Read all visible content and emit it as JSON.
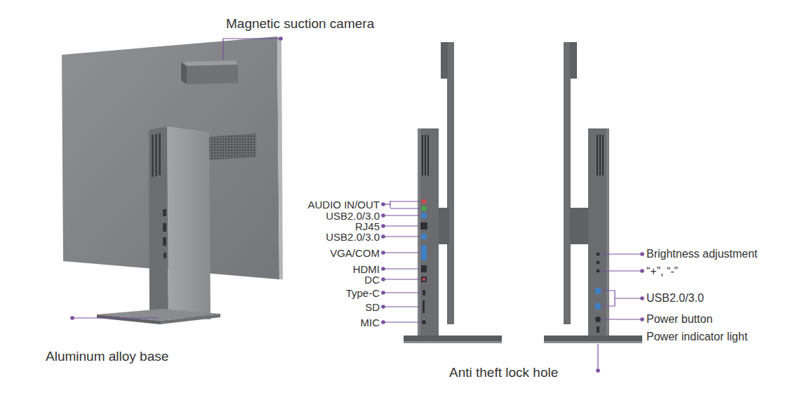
{
  "diagram": {
    "labels": [
      "Magnetic suction camera",
      "AUDIO IN/OUT",
      "USB2.0/3.0",
      "RJ45",
      "USB2.0/3.0",
      "VGA/COM",
      "HDMI",
      "DC",
      "Type-C",
      "SD",
      "MIC",
      "Brightness adjustment",
      "“+”, “-”",
      "USB2.0/3.0",
      "Power button",
      "Power indicator light",
      "Aluminum alloy base",
      "Anti theft lock hole"
    ]
  }
}
